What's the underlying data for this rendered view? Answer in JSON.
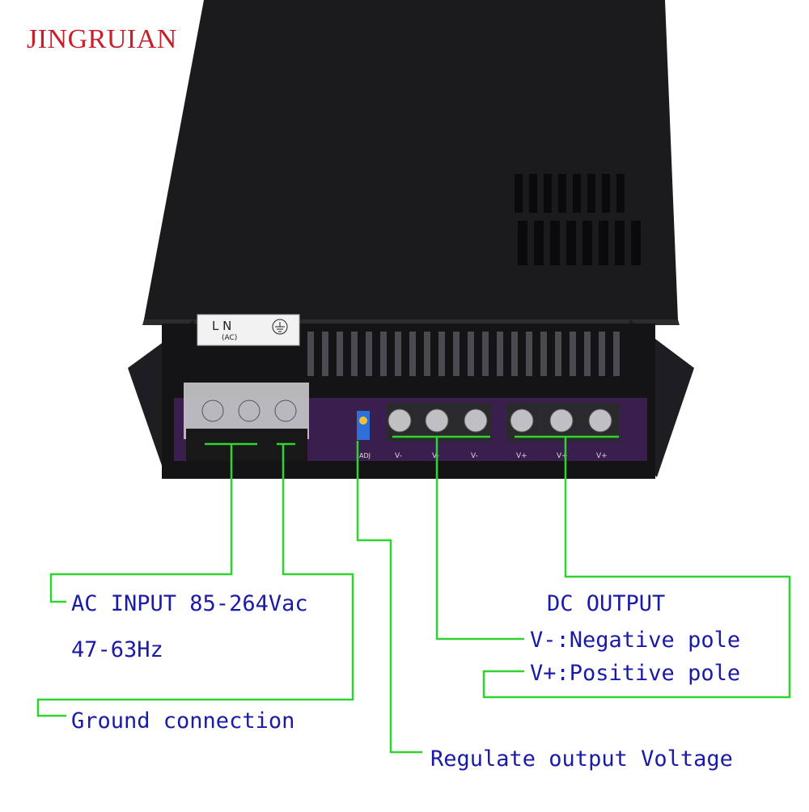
{
  "brand": {
    "text": "JINGRUIAN",
    "color": "#c8202a"
  },
  "device": {
    "terminal_sticker": {
      "line": "L  N",
      "sub": "(AC)",
      "ground_symbol": "earth-ground-icon"
    },
    "terminal_markings": [
      "V-",
      "V-",
      "V-",
      "V+",
      "V+",
      "V+"
    ],
    "adj_marking": "ADJ",
    "colors": {
      "case": "#1b1b1e",
      "pcb": "#3a1f4e",
      "leader": "#2fd42f"
    }
  },
  "labels": {
    "ac_input_line1": "AC INPUT 85-264Vac",
    "ac_input_line2": "47-63Hz",
    "ground": "Ground connection",
    "regulate": "Regulate output Voltage",
    "dc_output": "DC  OUTPUT",
    "v_minus": "V-:Negative pole",
    "v_plus": "V+:Positive pole",
    "text_color": "#1a1aa8"
  }
}
